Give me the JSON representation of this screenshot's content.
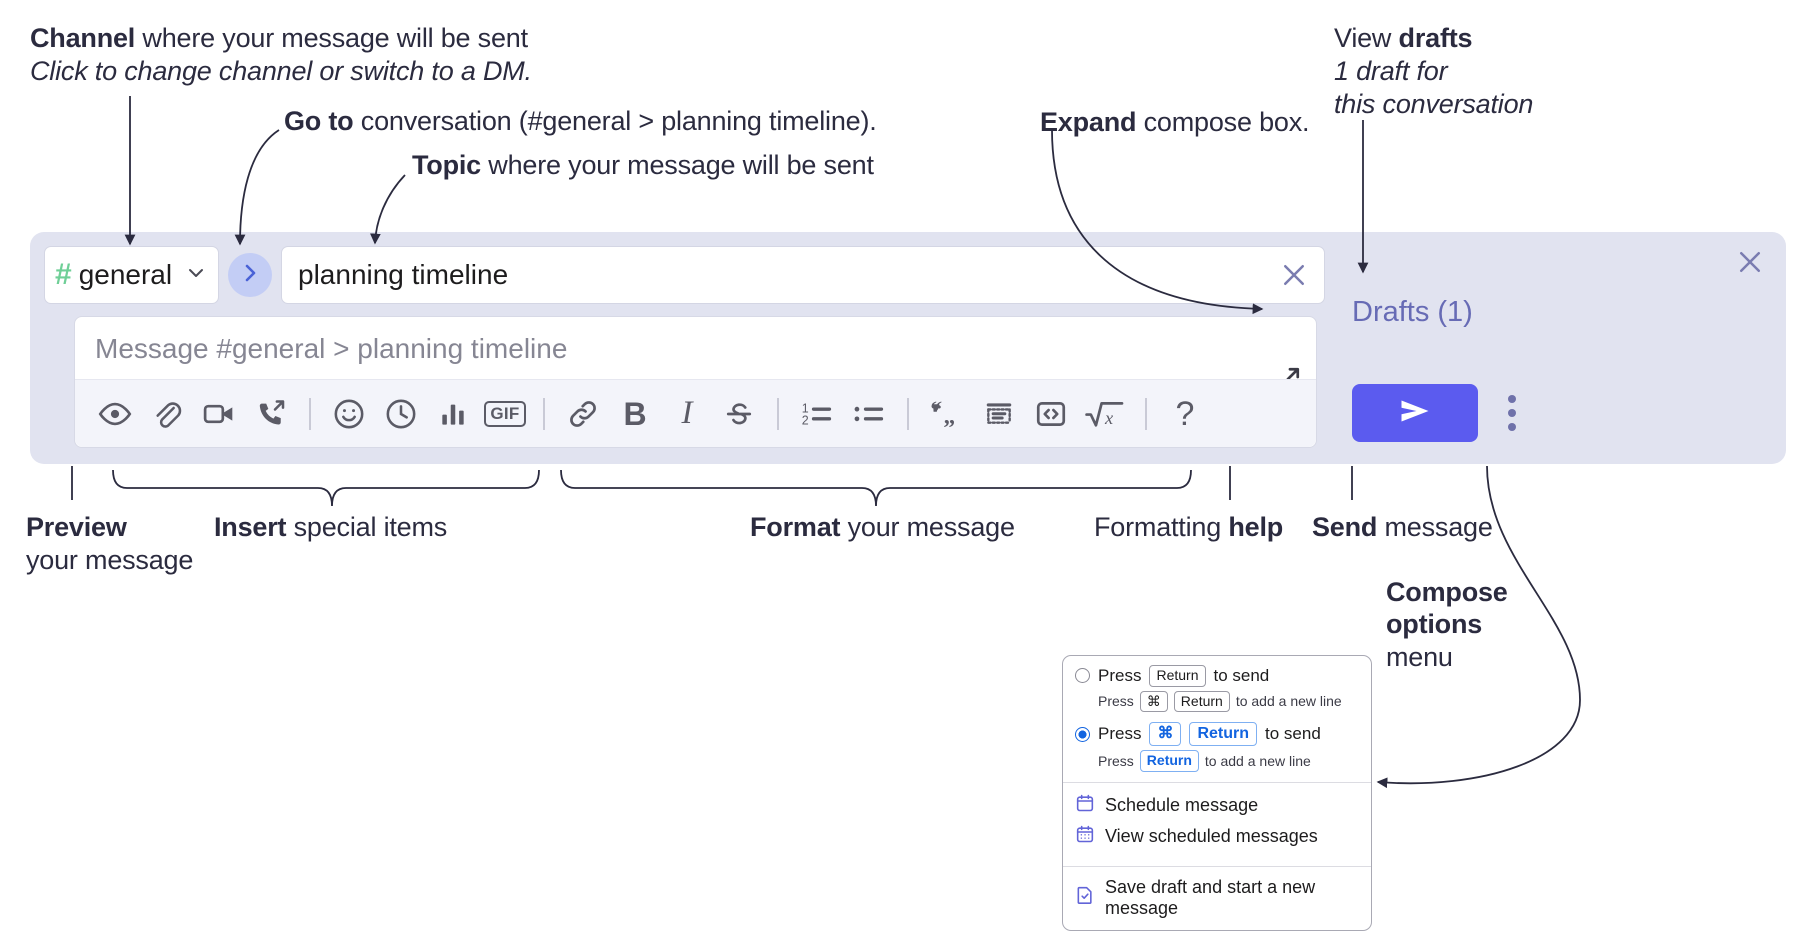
{
  "annotations": {
    "channel": {
      "bold": "Channel",
      "rest": " where your message will be sent",
      "italic": "Click to change channel or switch to a DM."
    },
    "goto": {
      "bold": "Go to",
      "rest": " conversation (#general > planning timeline)."
    },
    "topic": {
      "bold": "Topic",
      "rest": " where your message will be sent"
    },
    "expand": {
      "bold": "Expand",
      "rest": " compose box."
    },
    "drafts": {
      "plain": "View ",
      "bold": "drafts",
      "italic1": "1 draft for",
      "italic2": "this conversation"
    },
    "preview": {
      "bold": "Preview",
      "rest": "your message"
    },
    "insert": {
      "bold": "Insert",
      "rest": " special items"
    },
    "format": {
      "bold": "Format",
      "rest": " your message"
    },
    "help": {
      "plain": "Formatting ",
      "bold": "help"
    },
    "send": {
      "bold": "Send",
      "rest": " message"
    },
    "compose_options": {
      "bold1": "Compose",
      "bold2": "options",
      "rest": "menu"
    }
  },
  "compose": {
    "channel": {
      "hash": "#",
      "name": "general",
      "caret_icon": "chevron-down-icon"
    },
    "goto_icon": "chevron-right-icon",
    "topic": {
      "value": "planning timeline",
      "clear_icon": "close-icon"
    },
    "message": {
      "placeholder": "Message #general > planning timeline",
      "value": ""
    },
    "expand_icon": "expand-diagonal-icon",
    "close_icon": "close-icon",
    "drafts_label": "Drafts (1)",
    "send_icon": "send-paper-plane-icon",
    "overflow_icon": "vertical-dots-icon",
    "toolbar": [
      {
        "name": "preview-icon",
        "glyph": "eye"
      },
      {
        "name": "attachment-icon",
        "glyph": "paperclip"
      },
      {
        "name": "video-icon",
        "glyph": "video"
      },
      {
        "name": "call-forward-icon",
        "glyph": "call"
      },
      {
        "name": "divider",
        "glyph": "divider"
      },
      {
        "name": "emoji-icon",
        "glyph": "emoji"
      },
      {
        "name": "clock-icon",
        "glyph": "clock"
      },
      {
        "name": "poll-icon",
        "glyph": "poll"
      },
      {
        "name": "gif-icon",
        "glyph": "gif",
        "text": "GIF"
      },
      {
        "name": "divider",
        "glyph": "divider"
      },
      {
        "name": "link-icon",
        "glyph": "link"
      },
      {
        "name": "bold-icon",
        "glyph": "text",
        "text": "B"
      },
      {
        "name": "italic-icon",
        "glyph": "italic",
        "text": "I"
      },
      {
        "name": "strikethrough-icon",
        "glyph": "strike",
        "text": "S"
      },
      {
        "name": "divider",
        "glyph": "divider"
      },
      {
        "name": "ordered-list-icon",
        "glyph": "ol"
      },
      {
        "name": "bulleted-list-icon",
        "glyph": "ul"
      },
      {
        "name": "divider",
        "glyph": "divider"
      },
      {
        "name": "blockquote-icon",
        "glyph": "quote"
      },
      {
        "name": "code-block-icon",
        "glyph": "codeblock"
      },
      {
        "name": "inline-code-icon",
        "glyph": "code"
      },
      {
        "name": "math-icon",
        "glyph": "math"
      },
      {
        "name": "divider",
        "glyph": "divider"
      },
      {
        "name": "help-icon",
        "glyph": "help",
        "text": "?"
      }
    ]
  },
  "menu": {
    "options": [
      {
        "selected": false,
        "main_prefix": "Press",
        "main_key": "Return",
        "main_suffix": "to send",
        "sub_prefix": "Press",
        "sub_key1": "⌘",
        "sub_key2": "Return",
        "sub_suffix": "to add a new line"
      },
      {
        "selected": true,
        "main_prefix": "Press",
        "main_key1": "⌘",
        "main_key2": "Return",
        "main_suffix": "to send",
        "sub_prefix": "Press",
        "sub_key": "Return",
        "sub_suffix": "to add a new line"
      }
    ],
    "items": [
      {
        "icon": "calendar-schedule-icon",
        "label": "Schedule message"
      },
      {
        "icon": "calendar-grid-icon",
        "label": "View scheduled messages"
      },
      {
        "icon": "save-draft-icon",
        "label": "Save draft and start a new message"
      }
    ]
  },
  "colors": {
    "panel_bg": "#e1e3f0",
    "send_button": "#5b5bef",
    "drafts_text": "#676bb5",
    "hash_green": "#6fcf97",
    "goto_circle": "#c3cdf5",
    "accent_blue": "#1264e0"
  }
}
